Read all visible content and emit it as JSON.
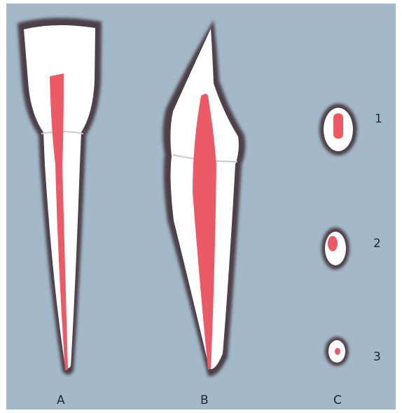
{
  "figure": {
    "colors": {
      "background": "#a3b8c8",
      "tooth": "#ffffff",
      "outline": "#4e4148",
      "pulp": "#ec5a66"
    },
    "view_labels": {
      "a": "A",
      "b": "B",
      "c": "C"
    },
    "section_labels": {
      "s1": "1",
      "s2": "2",
      "s3": "3"
    }
  }
}
